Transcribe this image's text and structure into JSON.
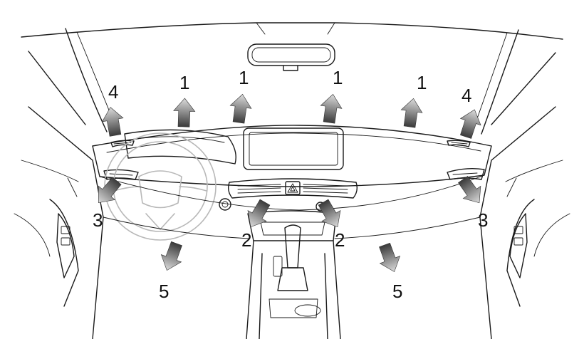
{
  "colors": {
    "line": "#1a1a1a",
    "arrow_light": "#dcdcdc",
    "arrow_dark": "#3a3a3a",
    "background": "#ffffff"
  },
  "icons": {
    "hazard": "hazard-triangle-icon",
    "arrow": "airflow-arrow-icon"
  },
  "callouts": [
    {
      "id": "c1a",
      "text": "1",
      "desc": "windshield-defrost-vent"
    },
    {
      "id": "c1b",
      "text": "1",
      "desc": "windshield-defrost-vent"
    },
    {
      "id": "c1c",
      "text": "1",
      "desc": "windshield-defrost-vent"
    },
    {
      "id": "c1d",
      "text": "1",
      "desc": "windshield-defrost-vent"
    },
    {
      "id": "c4l",
      "text": "4",
      "desc": "side-window-demist-vent-left"
    },
    {
      "id": "c4r",
      "text": "4",
      "desc": "side-window-demist-vent-right"
    },
    {
      "id": "c3l",
      "text": "3",
      "desc": "side-face-vent-left"
    },
    {
      "id": "c3r",
      "text": "3",
      "desc": "side-face-vent-right"
    },
    {
      "id": "c2l",
      "text": "2",
      "desc": "center-face-vent-left"
    },
    {
      "id": "c2r",
      "text": "2",
      "desc": "center-face-vent-right"
    },
    {
      "id": "c5l",
      "text": "5",
      "desc": "footwell-vent-left"
    },
    {
      "id": "c5r",
      "text": "5",
      "desc": "footwell-vent-right"
    }
  ]
}
